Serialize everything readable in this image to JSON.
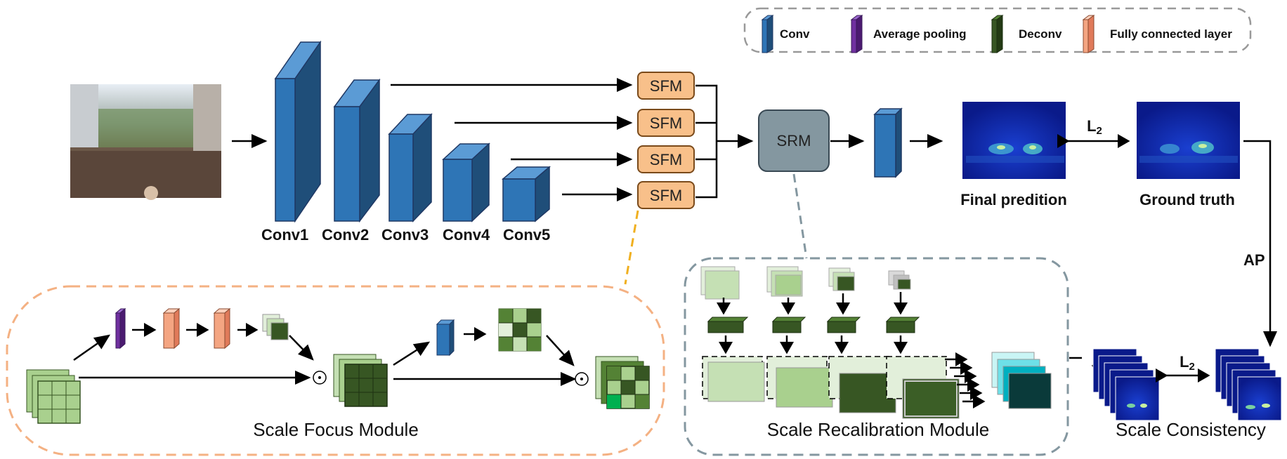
{
  "legend": {
    "conv": "Conv",
    "avg_pool": "Average pooling",
    "deconv": "Deconv",
    "fc": "Fully connected layer",
    "colors": {
      "conv": "#2e75b6",
      "avg_pool": "#7030a0",
      "deconv": "#375623",
      "fc": "#f4a582"
    }
  },
  "backbone": {
    "conv_labels": [
      "Conv1",
      "Conv2",
      "Conv3",
      "Conv4",
      "Conv5"
    ]
  },
  "sfm_label": "SFM",
  "srm_label": "SRM",
  "outputs": {
    "final_prediction": "Final predition",
    "ground_truth": "Ground truth",
    "l2": "L",
    "l2_sub": "2",
    "ap": "AP"
  },
  "modules": {
    "scale_focus": "Scale Focus Module",
    "scale_recalibration": "Scale Recalibration Module",
    "scale_consistency": "Scale Consistency"
  }
}
